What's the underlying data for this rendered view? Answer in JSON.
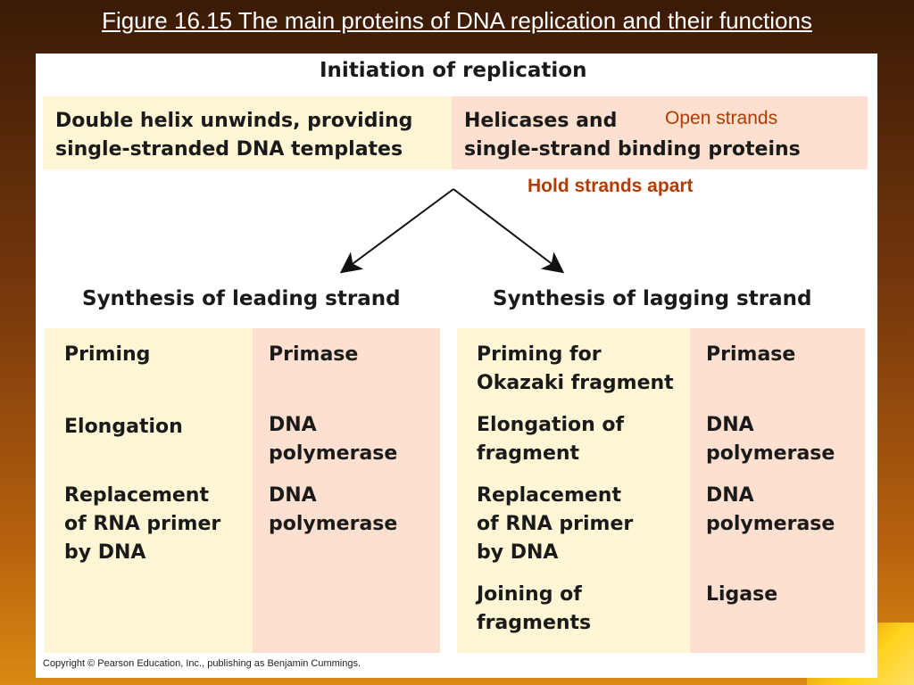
{
  "slide": {
    "title": "Figure 16.15  The main proteins of DNA replication and their functions"
  },
  "figure": {
    "initiation_heading": "Initiation of replication",
    "initiation_left": [
      "Double helix unwinds, providing",
      "single-stranded DNA templates"
    ],
    "initiation_right_bold1": "Helicases",
    "initiation_right_and": " and",
    "initiation_right_bold2": "single-strand binding proteins",
    "note_open": "Open strands",
    "note_hold": "Hold strands apart",
    "leading": {
      "heading": "Synthesis of leading strand",
      "functions": [
        [
          "Priming"
        ],
        [
          "Elongation"
        ],
        [
          "Replacement",
          "of RNA primer",
          "by DNA"
        ]
      ],
      "proteins": [
        [
          "Primase"
        ],
        [
          "DNA",
          "polymerase"
        ],
        [
          "DNA",
          "polymerase"
        ]
      ]
    },
    "lagging": {
      "heading": "Synthesis of lagging strand",
      "functions": [
        [
          "Priming for",
          "Okazaki fragment"
        ],
        [
          "Elongation of",
          "fragment"
        ],
        [
          "Replacement",
          "of RNA primer",
          "by DNA"
        ],
        [
          "Joining of",
          "fragments"
        ]
      ],
      "proteins": [
        [
          "Primase"
        ],
        [
          "DNA",
          "polymerase"
        ],
        [
          "DNA",
          "polymerase"
        ],
        [
          "Ligase"
        ]
      ]
    },
    "copyright": "Copyright © Pearson Education, Inc., publishing as Benjamin Cummings."
  },
  "colors": {
    "function_box": "#fff6d6",
    "protein_box": "#fde0cf",
    "note_text": "#b33a00"
  }
}
